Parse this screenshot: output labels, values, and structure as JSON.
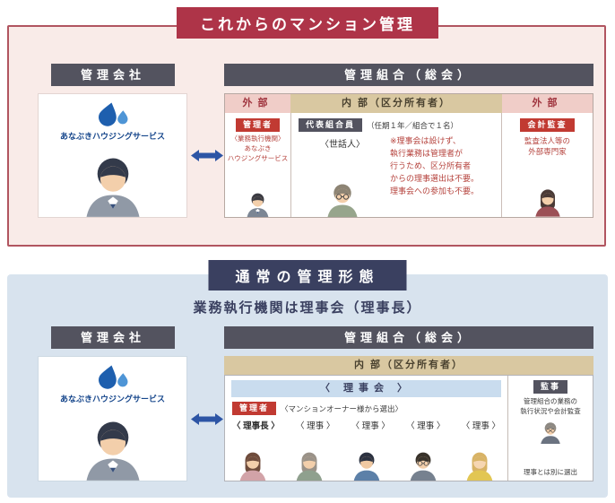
{
  "colors": {
    "top_banner": "#ae3448",
    "top_border": "#b15560",
    "top_bg": "#f9ebe8",
    "slate": "#53535f",
    "red": "#c13a32",
    "red_text": "#b5423c",
    "pink_col": "#f0cdc8",
    "pink_col_text": "#a0353f",
    "tan": "#d9c8a1",
    "tan_text": "#49412f",
    "bottom_banner": "#3a4060",
    "bottom_bg": "#d8e3ee",
    "board_bar": "#c9dcee",
    "arrow": "#2d55a5",
    "logo_blue": "#17478c"
  },
  "top": {
    "title": "これからのマンション管理",
    "company": {
      "header": "管理会社",
      "logo": "あなぶきハウジングサービス"
    },
    "assoc": {
      "header": "管理組合（総会）",
      "left": {
        "col_header": "外部",
        "badge": "管理者",
        "sub": "〈業務執行機関〉",
        "name": "あなぶき\nハウジングサービス"
      },
      "mid": {
        "col_header": "内 部（区分所有者）",
        "badge": "代表組合員",
        "term": "（任期１年／組合で１名）",
        "role": "〈世話人〉",
        "note": "※理事会は設けず、\n執行業務は管理者が\n行うため、区分所有者\nからの理事選出は不要。\n理事会への参加も不要。"
      },
      "right": {
        "col_header": "外部",
        "badge": "会計監査",
        "desc": "監査法人等の\n外部専門家"
      }
    }
  },
  "bottom": {
    "title": "通常の管理形態",
    "subtitle": "業務執行機関は理事会（理事長）",
    "company": {
      "header": "管理会社",
      "logo": "あなぶきハウジングサービス"
    },
    "assoc": {
      "header": "管理組合（総会）",
      "inner_header": "内 部（区分所有者）",
      "board": "〈 理事会 〉",
      "manager_badge": "管理者",
      "manager_note": "〈マンションオーナー様から選出〉",
      "roles": [
        "〈 理事長 〉",
        "〈 理事 〉",
        "〈 理事 〉",
        "〈 理事 〉",
        "〈 理事 〉"
      ],
      "auditor": {
        "badge": "監事",
        "desc": "管理組合の業務の\n執行状況や会計監査",
        "note": "理事とは別に選出"
      }
    }
  }
}
